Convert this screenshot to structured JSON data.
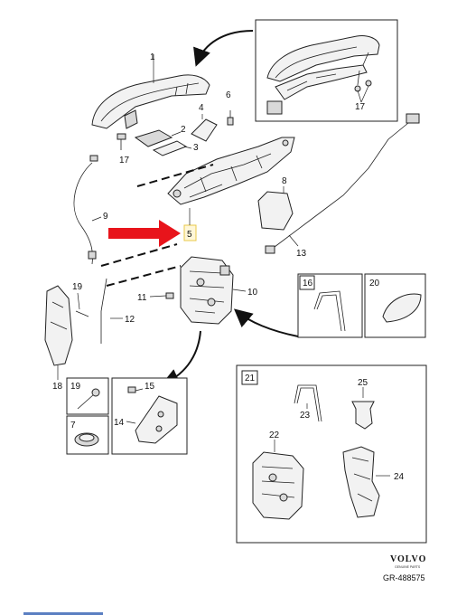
{
  "labels": {
    "p1": "1",
    "p2": "2",
    "p3": "3",
    "p4": "4",
    "p5": "5",
    "p6": "6",
    "p7": "7",
    "p8": "8",
    "p9": "9",
    "p10": "10",
    "p11": "11",
    "p12": "12",
    "p13": "13",
    "p14": "14",
    "p15": "15",
    "p16": "16",
    "p17a": "17",
    "p17b": "17",
    "p18": "18",
    "p19a": "19",
    "p19b": "19",
    "p20": "20",
    "p21": "21",
    "p22": "22",
    "p23": "23",
    "p24": "24",
    "p25": "25"
  },
  "brand": {
    "name": "VOLVO",
    "tagline": "GENUINE PARTS"
  },
  "reference": "GR-488575",
  "colors": {
    "highlight_arrow": "#e8141b",
    "highlight_box": "#e8c84a",
    "line": "#222222"
  }
}
